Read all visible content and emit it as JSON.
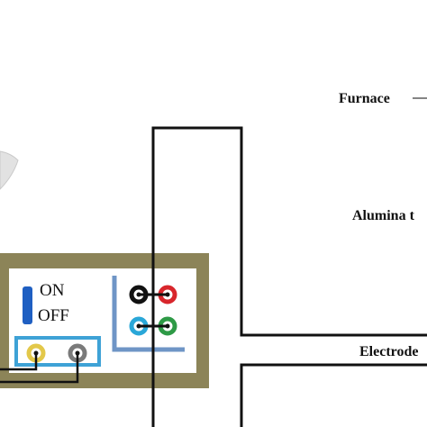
{
  "labels": {
    "furnace": "Furnace",
    "alumina": "Alumina  t",
    "electrode": "Electrode",
    "on": "ON",
    "off": "OFF"
  },
  "colors": {
    "box_frame": "#8c8458",
    "box_inner": "#ffffff",
    "switch_blue": "#1f5fc2",
    "panel_blue": "#3ea2d6",
    "bracket_blue": "#6f95c6",
    "terminal_red": "#d8262c",
    "terminal_black": "#111111",
    "terminal_green": "#2e9a46",
    "terminal_cyan": "#2aa7d8",
    "terminal_yellow": "#e3c84a",
    "terminal_grey": "#7a7a7a",
    "wire": "#111111"
  }
}
